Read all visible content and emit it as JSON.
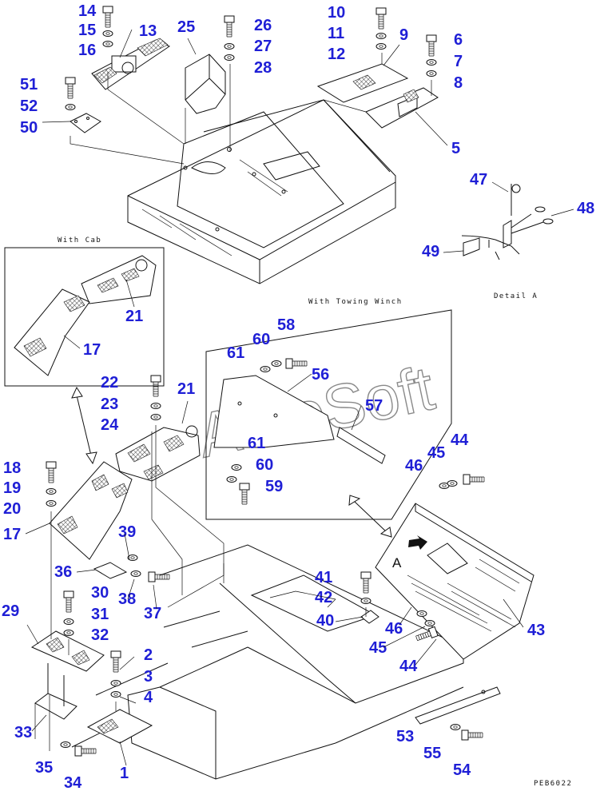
{
  "watermark": "AutoSoft",
  "drawing_code": "PEB6022",
  "captions": {
    "with_cab": "With Cab",
    "with_towing_winch": "With Towing Winch",
    "detail_a": "Detail A",
    "view_marker": "A"
  },
  "part_numbers": {
    "p1": "1",
    "p2": "2",
    "p3": "3",
    "p4": "4",
    "p5": "5",
    "p6": "6",
    "p7": "7",
    "p8": "8",
    "p9": "9",
    "p10": "10",
    "p11": "11",
    "p12": "12",
    "p13": "13",
    "p14": "14",
    "p15": "15",
    "p16": "16",
    "p17a": "17",
    "p17b": "17",
    "p18": "18",
    "p19": "19",
    "p20": "20",
    "p21a": "21",
    "p21b": "21",
    "p22": "22",
    "p23": "23",
    "p24": "24",
    "p25": "25",
    "p26": "26",
    "p27": "27",
    "p28": "28",
    "p29": "29",
    "p30": "30",
    "p31": "31",
    "p32": "32",
    "p33": "33",
    "p34": "34",
    "p35": "35",
    "p36": "36",
    "p37": "37",
    "p38": "38",
    "p39": "39",
    "p40": "40",
    "p41": "41",
    "p42": "42",
    "p43": "43",
    "p44a": "44",
    "p44b": "44",
    "p45a": "45",
    "p45b": "45",
    "p46a": "46",
    "p46b": "46",
    "p47": "47",
    "p48": "48",
    "p49": "49",
    "p50": "50",
    "p51": "51",
    "p52": "52",
    "p53": "53",
    "p54": "54",
    "p55": "55",
    "p56": "56",
    "p57": "57",
    "p58": "58",
    "p59": "59",
    "p60a": "60",
    "p60b": "60",
    "p61a": "61",
    "p61b": "61"
  },
  "colors": {
    "label": "#1f1fd6",
    "line": "#111111",
    "watermark": "#8a8a8a"
  }
}
